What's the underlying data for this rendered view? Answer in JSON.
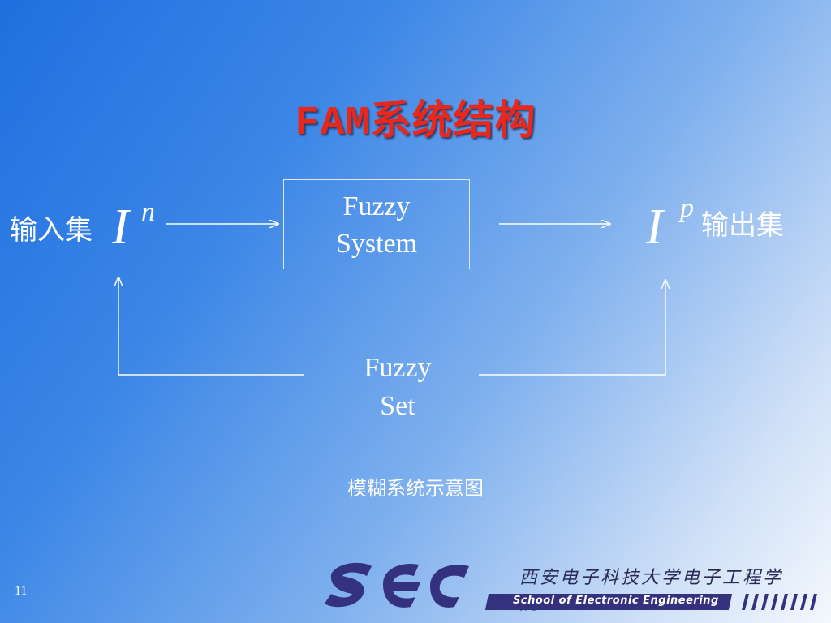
{
  "slide": {
    "title": "FAM系统结构",
    "page_number": "11"
  },
  "diagram": {
    "input_label": "输入集",
    "input_symbol": "I",
    "input_superscript": "n",
    "system_line1": "Fuzzy",
    "system_line2": "System",
    "output_symbol": "I",
    "output_superscript": "p",
    "output_label": "输出集",
    "fuzzy_set_line1": "Fuzzy",
    "fuzzy_set_line2": "Set",
    "caption": "模糊系统示意图"
  },
  "footer": {
    "school_cn": "西安电子科技大学电子工程学院",
    "school_en": "School of Electronic Engineering"
  },
  "colors": {
    "title": "#e8281c",
    "logo": "#34317e",
    "line": "#ffffff"
  }
}
